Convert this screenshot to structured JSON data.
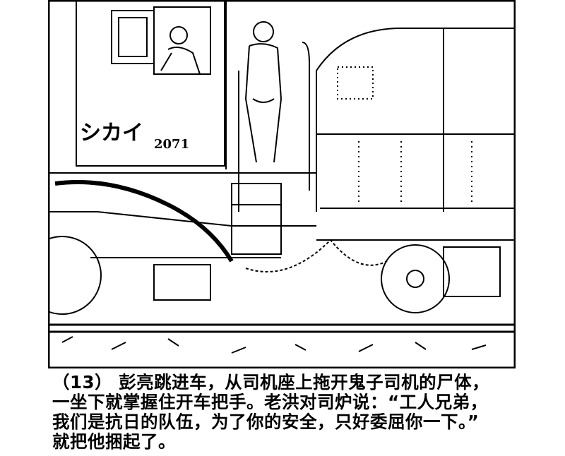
{
  "illustration": {
    "cab_lettering": "シカイ",
    "engine_number": "2071"
  },
  "caption": {
    "lines": [
      "（13） 彭亮跳进车，从司机座上拖开鬼子司机的尸体，",
      "一坐下就掌握住开车把手。老洪对司炉说：“工人兄弟，",
      "我们是抗日的队伍，为了你的安全，只好委屈你一下。”",
      "就把他捆起了。"
    ]
  }
}
